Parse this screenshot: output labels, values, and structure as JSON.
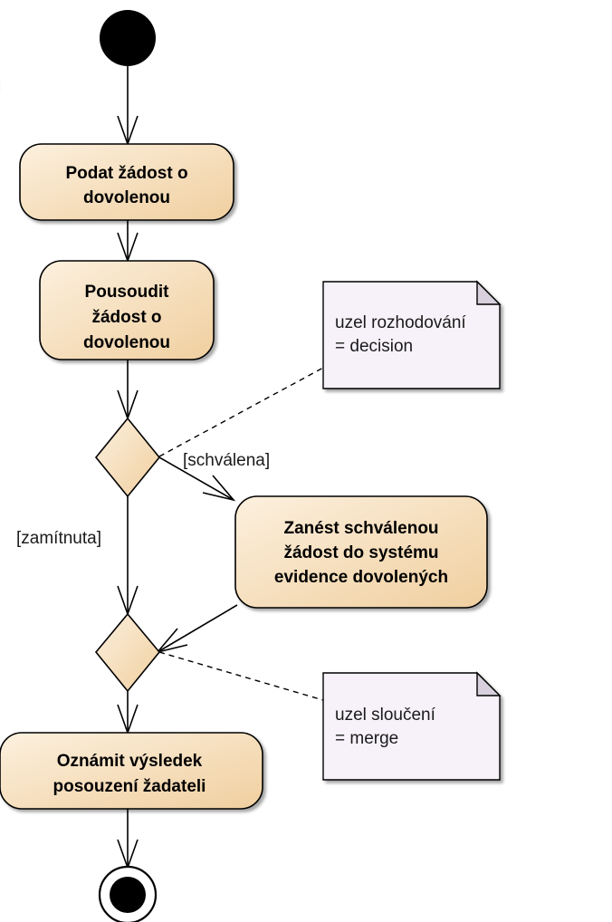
{
  "colors": {
    "activity_fill_start": "#fbecd7",
    "activity_fill_end": "#f2d3a6",
    "note_fill": "#f7f2f9",
    "accent_text": "#1f6fd0",
    "stroke": "#000000"
  },
  "edge_fragment": "i",
  "activities": {
    "submit": [
      "Podat žádost o",
      "dovolenou"
    ],
    "assess": [
      "Pousoudit",
      "žádost o",
      "dovolenou"
    ],
    "record": [
      "Zanést schválenou",
      "žádost do systému",
      "evidence dovolených"
    ],
    "notify": [
      "Oznámit výsledek",
      "posouzení žadateli"
    ]
  },
  "guards": {
    "approved": "[schválena]",
    "rejected": "[zamítnuta]"
  },
  "notes": {
    "decision": [
      "uzel rozhodování",
      "= decision"
    ],
    "merge": [
      "uzel sloučení",
      "= merge"
    ]
  }
}
